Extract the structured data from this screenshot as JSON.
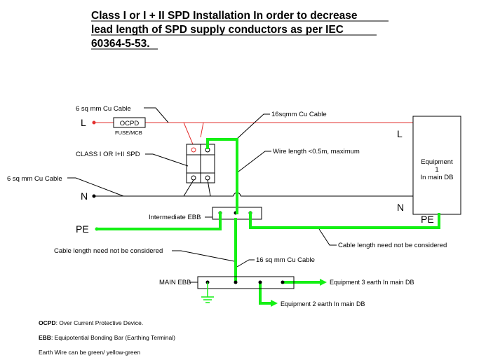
{
  "title": {
    "line1": "Class I or I + II SPD Installation In order to decrease",
    "line2": "lead length of SPD supply conductors as per IEC",
    "line3": "60364-5-53."
  },
  "labels": {
    "cable_6sqmm_top": "6 sq mm Cu Cable",
    "cable_6sqmm_n": "6 sq mm Cu Cable",
    "terminal_L": "L",
    "terminal_N": "N",
    "terminal_PE": "PE",
    "ocpd_box": "OCPD",
    "fuse_mcb": "FUSE/MCB",
    "spd_label": "CLASS I OR I+II SPD",
    "cable_16sqmm": "16sqmm Cu Cable",
    "wire_length": "Wire length <0.5m, maximum",
    "equipment_line1": "Equipment",
    "equipment_line2": "1",
    "equipment_line3": "In main DB",
    "eq_L": "L",
    "eq_N": "N",
    "eq_PE": "PE",
    "intermediate_ebb": "Intermediate EBB",
    "cable_len_left": "Cable length need not be considered",
    "cable_len_right": "Cable length need not be considered",
    "cable_16sqmm_main": "16 sq mm  Cu Cable",
    "main_ebb": "MAIN EBB",
    "equipment3": "Equipment 3 earth In main DB",
    "equipment2": "Equipment 2 earth In main DB"
  },
  "notes": {
    "ocpd_key": "OCPD",
    "ocpd_text": ": Over Current Protective Device.",
    "ebb_key": "EBB",
    "ebb_text": ": Equipotential Bonding Bar (Earthing Terminal)",
    "earth_wire": "Earth Wire can be green/ yellow-green"
  },
  "colors": {
    "phase": "#e3302f",
    "earth": "#14f014",
    "neutral": "#000000"
  }
}
